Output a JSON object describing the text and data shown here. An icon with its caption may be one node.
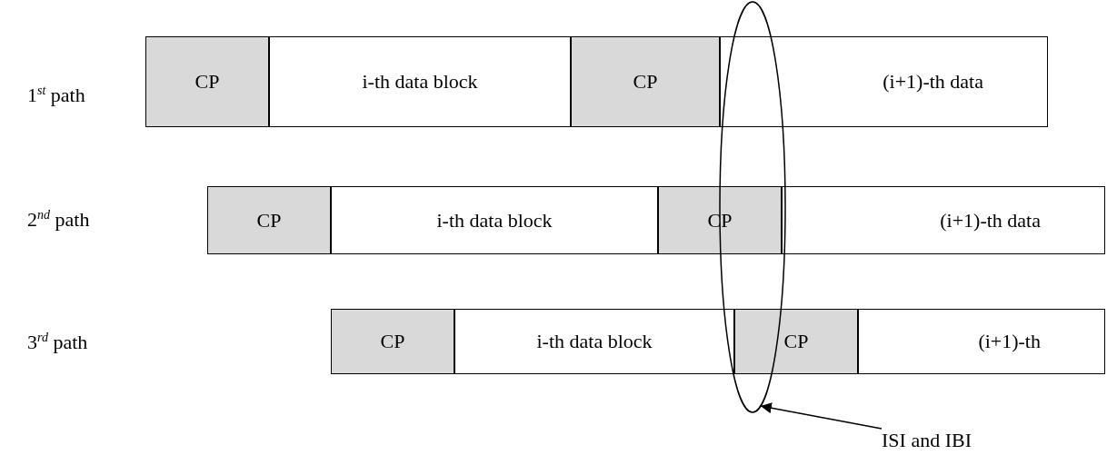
{
  "diagram": {
    "nodes": [
      {
        "text": [
          "CP"
        ]
      },
      {
        "text": [
          "i-th data block"
        ]
      },
      {
        "text": [
          "CP"
        ]
      },
      {
        "text": [
          "(i+1)-th data"
        ]
      },
      {
        "text": [
          "CP"
        ]
      },
      {
        "text": [
          "i-th data block"
        ]
      },
      {
        "text": [
          "CP"
        ]
      },
      {
        "text": [
          "(i+1)-th data"
        ]
      },
      {
        "text": [
          "CP"
        ]
      },
      {
        "text": [
          "i-th data block"
        ]
      },
      {
        "text": [
          "CP"
        ]
      },
      {
        "text": [
          "(i+1)-th"
        ]
      },
      {
        "text": [],
        "shape": "ellipse"
      },
      {
        "text": [
          "ISI and IBI"
        ]
      }
    ],
    "edges": [
      {
        "from": 13,
        "to": 12,
        "arrow": "to"
      }
    ],
    "labels": [
      "1$^{st}$ path",
      "2$^{nd}$ path",
      "3$^{rd}$ path"
    ]
  }
}
